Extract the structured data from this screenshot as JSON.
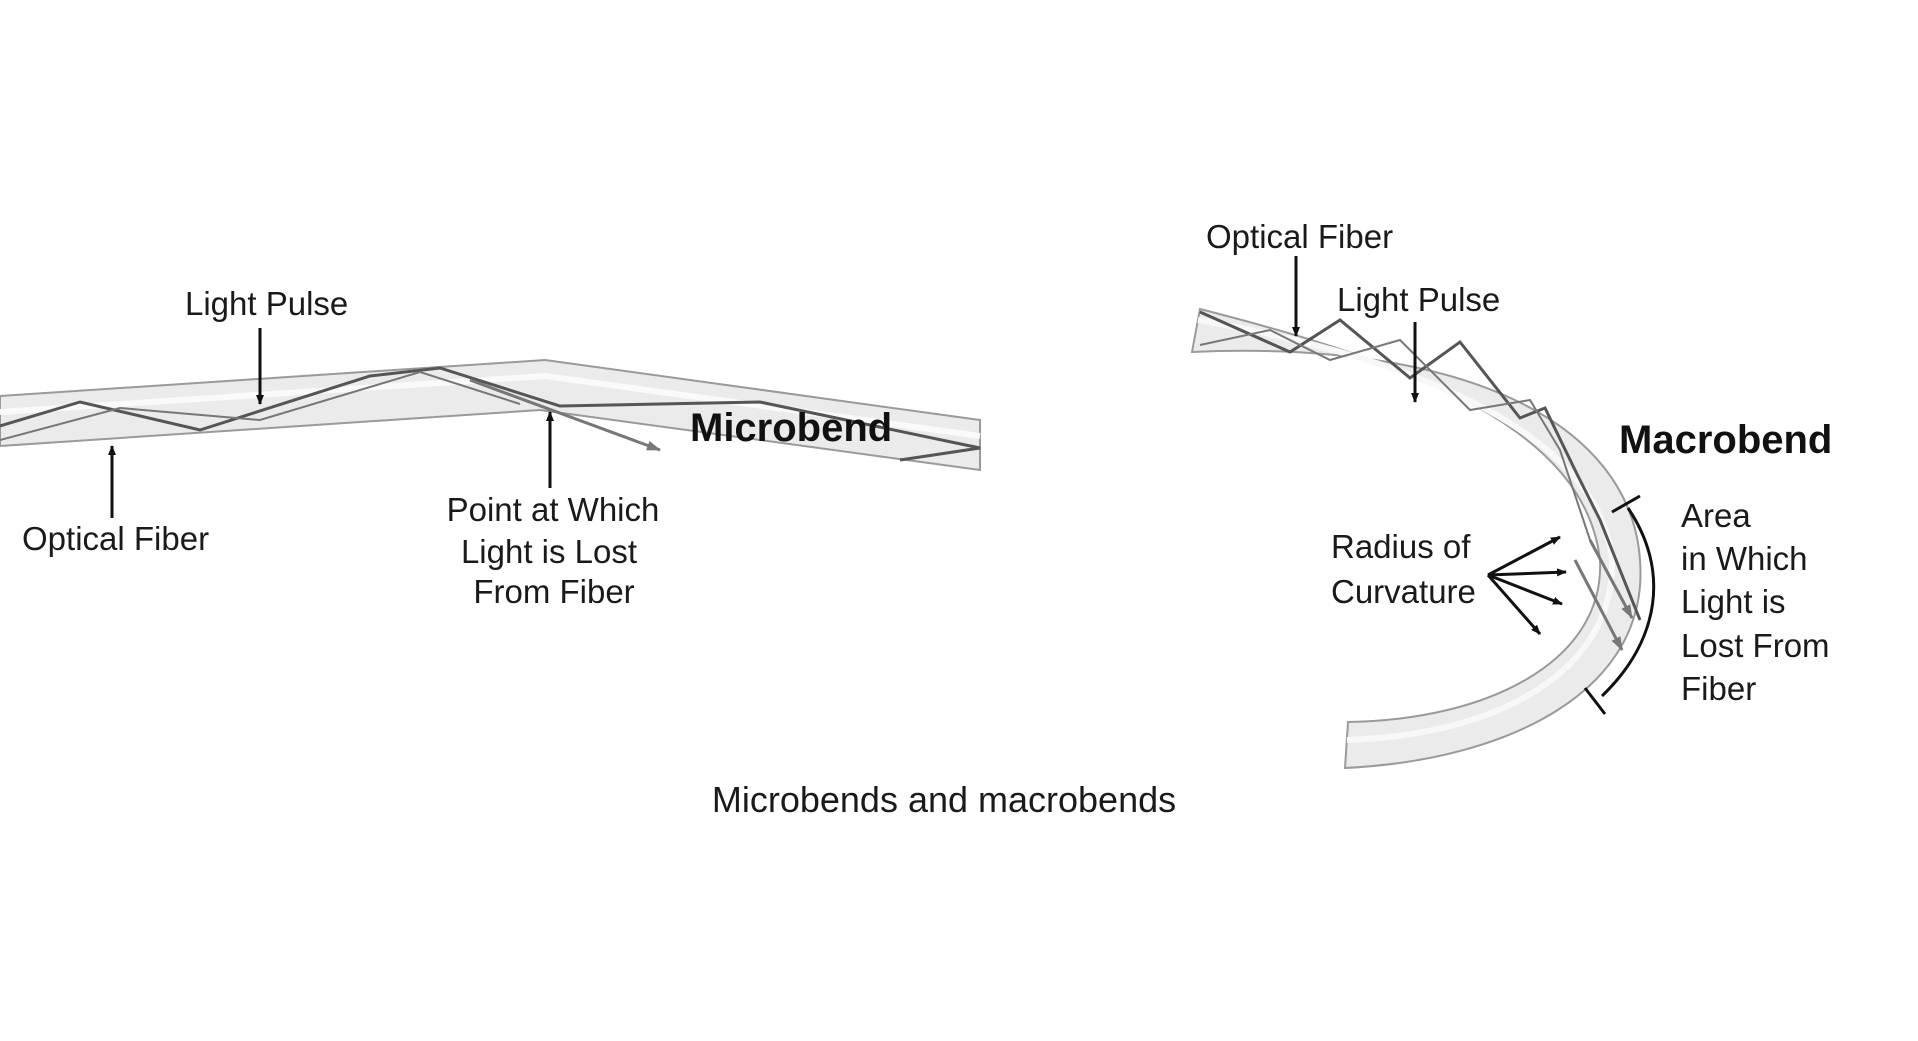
{
  "microbend": {
    "title": "Microbend",
    "light_pulse": "Light Pulse",
    "optical_fiber": "Optical Fiber",
    "loss_point": [
      "Point at Which",
      "Light is Lost",
      "From Fiber"
    ]
  },
  "macrobend": {
    "title": "Macrobend",
    "optical_fiber": "Optical Fiber",
    "light_pulse": "Light Pulse",
    "radius": [
      "Radius of",
      "Curvature"
    ],
    "loss_area": [
      "Area",
      "in Which",
      "Light is",
      "Lost From",
      "Fiber"
    ]
  },
  "caption": "Microbends and macrobends",
  "colors": {
    "fiber_fill": "#ebebeb",
    "fiber_edge": "#9a9a9a",
    "ray": "#555555",
    "arrow": "#111111"
  }
}
